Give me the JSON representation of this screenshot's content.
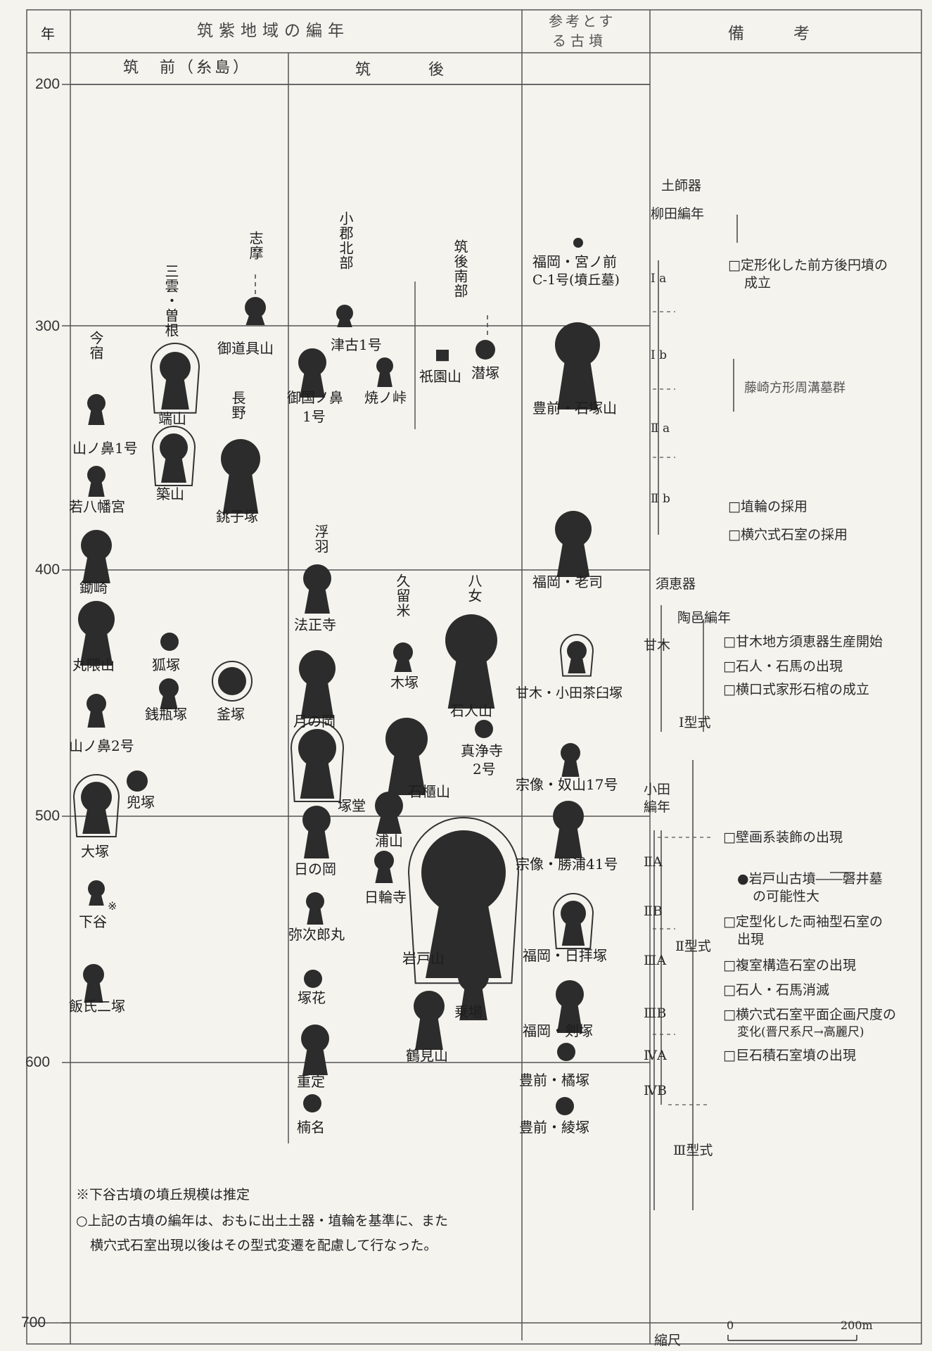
{
  "header": {
    "year_col": "年",
    "main_title": "筑紫地域の編年",
    "ref_title_l1": "参考とす",
    "ref_title_l2": "る古墳",
    "remarks_title": "備　　考",
    "sub_chikuzen": "筑　前（糸島）",
    "sub_chikugo": "筑　　　後"
  },
  "axis": {
    "y200": "200",
    "y300": "300",
    "y400": "400",
    "y500": "500",
    "y600": "600",
    "y700": "700"
  },
  "groups": {
    "imajuku": "今宿",
    "mikumo": "三雲・曽根",
    "shima": "志摩",
    "nagano": "長野",
    "ogori": "小郡北部",
    "chikugo_south": "筑後南部",
    "ukiha": "浮羽",
    "kurume": "久留米",
    "yame": "八女"
  },
  "kofun": {
    "mido": "御道具山",
    "tsuko": "津古1号",
    "gion": "祇園山",
    "senzuka": "潜塚",
    "yakinotoge": "焼ノ峠",
    "mikuni": "御国ノ鼻",
    "mikuni_no": "1号",
    "hashiyama": "端山",
    "yamanohana1": "山ノ鼻1号",
    "tsukiyama": "築山",
    "wakahachiman": "若八幡宮",
    "choshizuka": "銚子塚",
    "sukisaki": "鋤崎",
    "hoshoji": "法正寺",
    "marukuma": "丸隈山",
    "kitsune": "狐塚",
    "zenibin": "銭瓶塚",
    "kamazuka": "釜塚",
    "kizuka": "木塚",
    "ishibito": "石人山",
    "yamanohana2": "山ノ鼻2号",
    "tsukinooka": "月の岡",
    "shinjoji": "真浄寺",
    "shinjoji_no": "2号",
    "kabuto": "兜塚",
    "sekkan": "石櫃山",
    "tsukado": "塚堂",
    "otsuka": "大塚",
    "urayama": "浦山",
    "hinooka": "日の岡",
    "nichirinji": "日輪寺",
    "shimotani": "下谷",
    "kome": "※",
    "yajiro": "弥次郎丸",
    "iwato": "岩戸山",
    "iishi": "飯氏二塚",
    "tsukahana": "塚花",
    "noriba": "乗場",
    "tsurumi": "鶴見山",
    "shigesada": "重定",
    "kusuna": "楠名"
  },
  "reference": {
    "miyanomae_1": "福岡・宮ノ前",
    "miyanomae_2": "C-1号(墳丘墓)",
    "ishizuka": "豊前・石塚山",
    "rouji": "福岡・老司",
    "odachausu": "甘木・小田茶臼塚",
    "yatsuzan": "宗像・奴山17号",
    "katsuura": "宗像・勝浦41号",
    "hinoharai": "福岡・日拝塚",
    "tsurugi": "福岡・剣塚",
    "tachibana": "豊前・橘塚",
    "ayazuka": "豊前・綾塚"
  },
  "phases": {
    "hajiki": "土師器",
    "yanagida": "柳田編年",
    "Ia": "Ⅰ a",
    "Ib": "Ⅰ b",
    "IIa": "Ⅱ a",
    "IIb": "Ⅱ b",
    "sueki": "須恵器",
    "suemura": "陶邑編年",
    "amagi": "甘木",
    "type1": "Ⅰ型式",
    "oda": "小田",
    "hennen": "編年",
    "IIA": "ⅡA",
    "IIB": "ⅡB",
    "IIIA": "ⅢA",
    "IIIB": "ⅢB",
    "IVA": "ⅣA",
    "IVB": "ⅣB",
    "type2": "Ⅱ型式",
    "type3": "Ⅲ型式"
  },
  "remarks": {
    "r1a": "□定形化した前方後円墳の",
    "r1b": "成立",
    "r2": "藤崎方形周溝墓群",
    "r3": "□埴輪の採用",
    "r4": "□横穴式石室の採用",
    "r5": "□甘木地方須恵器生産開始",
    "r6": "□石人・石馬の出現",
    "r7": "□横口式家形石棺の成立",
    "r8": "□壁画系装飾の出現",
    "r9a": "●岩戸山古墳――磐井墓",
    "r9b": "の可能性大",
    "r10a": "□定型化した両袖型石室の",
    "r10b": "出現",
    "r11": "□複室構造石室の出現",
    "r12": "□石人・石馬消滅",
    "r13a": "□横穴式石室平面企画尺度の",
    "r13b": "変化(晋尺系尺→高麗尺)",
    "r14": "□巨石積石室墳の出現"
  },
  "footnotes": {
    "f1": "※下谷古墳の墳丘規模は推定",
    "f2": "○上記の古墳の編年は、おもに出土土器・埴輪を基準に、また",
    "f3": "横穴式石室出現以後はその型式変遷を配慮して行なった。"
  },
  "scale": {
    "label": "縮尺",
    "zero": "0",
    "max": "200m"
  }
}
